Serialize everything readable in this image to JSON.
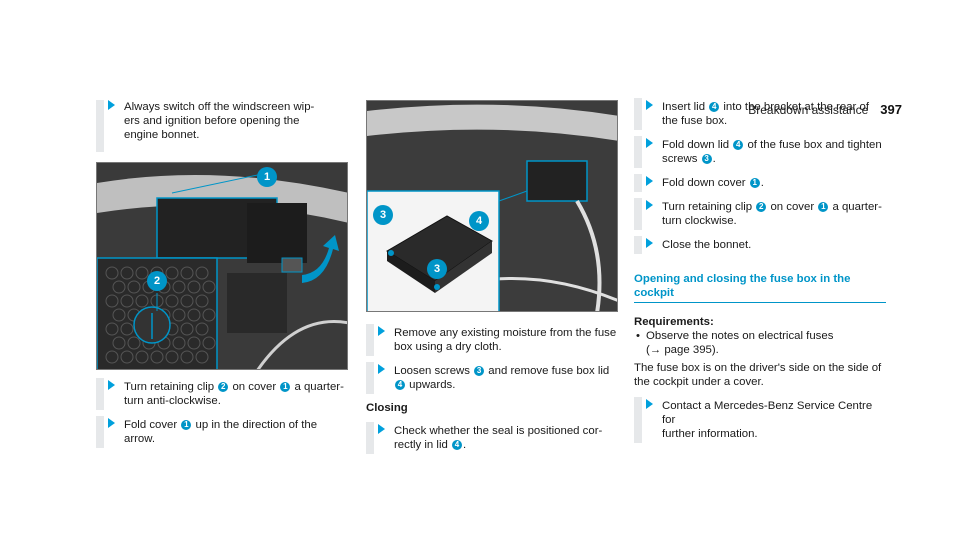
{
  "header": {
    "section": "Breakdown assistance",
    "page": "397"
  },
  "col1": {
    "note_text": "Always switch off the windscreen wip-\ners and ignition before opening the\nengine bonnet.",
    "step1": {
      "a": "Turn retaining clip ",
      "n1": "2",
      "b": " on cover ",
      "n2": "1",
      "c": " a quarter-\nturn anti-clockwise."
    },
    "step2": {
      "a": "Fold cover ",
      "n1": "1",
      "b": " up in the direction of the\narrow."
    },
    "fig_callouts": [
      "1",
      "2"
    ]
  },
  "col2": {
    "fig_callouts": [
      "3",
      "4",
      "3"
    ],
    "step1": "Remove any existing moisture from the fuse\nbox using a dry cloth.",
    "step2": {
      "a": "Loosen screws ",
      "n1": "3",
      "b": " and remove fuse box lid\n",
      "n2": "4",
      "c": " upwards."
    },
    "closing_label": "Closing",
    "step3": {
      "a": "Check whether the seal is positioned cor-\nrectly in lid ",
      "n1": "4",
      "b": "."
    }
  },
  "col3": {
    "step1": {
      "a": "Insert lid ",
      "n1": "4",
      "b": " into the bracket at the rear of\nthe fuse box."
    },
    "step2": {
      "a": "Fold down lid ",
      "n1": "4",
      "b": " of the fuse box and tighten\nscrews ",
      "n2": "3",
      "c": "."
    },
    "step3": {
      "a": "Fold down cover ",
      "n1": "1",
      "b": "."
    },
    "step4": {
      "a": "Turn retaining clip ",
      "n1": "2",
      "b": " on cover ",
      "n2": "1",
      "c": " a quarter-\nturn clockwise."
    },
    "step5": "Close the bonnet.",
    "heading": "Opening and closing the fuse box in the\ncockpit",
    "req_title": "Requirements:",
    "req_bullet": "Observe the notes on electrical fuses\n(→ page 395).",
    "para": "The fuse box is on the driver's side on the side of\nthe cockpit under a cover.",
    "step6": "Contact a Mercedes-Benz Service Centre for\nfurther information."
  },
  "colors": {
    "accent": "#0095c8",
    "arrow": "#00a0dc",
    "bar": "#e6e8ea"
  }
}
